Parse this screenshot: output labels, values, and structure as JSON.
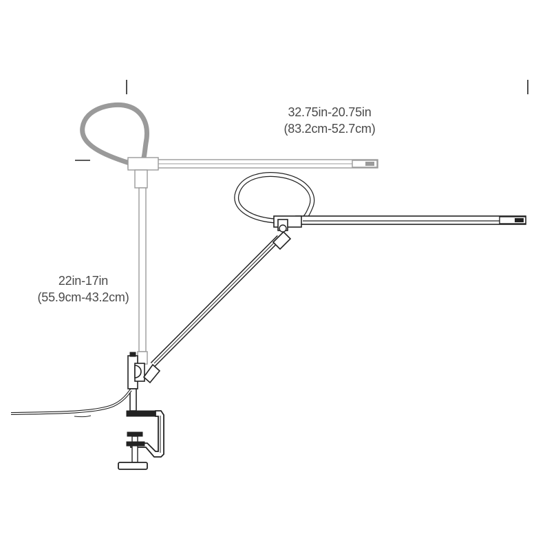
{
  "diagram": {
    "horizontal_reach": {
      "imperial": "32.75in-20.75in",
      "metric": "(83.2cm-52.7cm)"
    },
    "vertical_reach": {
      "imperial": "22in-17in",
      "metric": "(55.9cm-43.2cm)"
    },
    "colors": {
      "ghost_outline": "#9a9a9a",
      "dark_outline": "#222222",
      "label_text": "#4a4a4a",
      "background": "#ffffff"
    }
  }
}
